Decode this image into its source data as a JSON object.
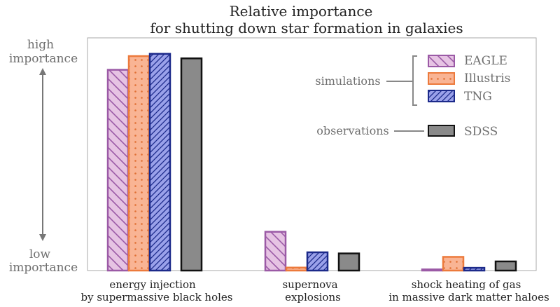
{
  "chart_data": {
    "type": "bar",
    "title_lines": [
      "Relative importance",
      "for shutting down star formation in galaxies"
    ],
    "categories": [
      [
        "energy injection",
        "by supermassive black holes"
      ],
      [
        "supernova",
        "explosions"
      ],
      [
        "shock heating of gas",
        "in massive dark matter haloes"
      ]
    ],
    "series": [
      {
        "name": "EAGLE",
        "values": [
          0.88,
          0.17,
          0.005
        ],
        "color": "#e6c3e3",
        "edge": "#9b5aa6",
        "pattern": "diag-back"
      },
      {
        "name": "Illustris",
        "values": [
          0.94,
          0.013,
          0.06
        ],
        "color": "#f9b494",
        "edge": "#ec7a3c",
        "pattern": "dots"
      },
      {
        "name": "TNG",
        "values": [
          0.95,
          0.08,
          0.012
        ],
        "color": "#9aa1ea",
        "edge": "#1c2a8a",
        "pattern": "diag-fwd"
      },
      {
        "name": "SDSS",
        "values": [
          0.93,
          0.075,
          0.04
        ],
        "color": "#8a8a8a",
        "edge": "#111111",
        "pattern": "none"
      }
    ],
    "ylim": [
      0,
      1.02
    ],
    "y_axis_labels": {
      "high": [
        "high",
        "importance"
      ],
      "low": [
        "low",
        "importance"
      ]
    },
    "legend": {
      "placement": "top-right",
      "group_simulations": "simulations",
      "group_observations": "observations"
    },
    "grid": false
  },
  "colors": {
    "text": "#222222",
    "muted": "#6f6f6f",
    "frame": "#aaaaaa",
    "arrow": "#777777"
  }
}
